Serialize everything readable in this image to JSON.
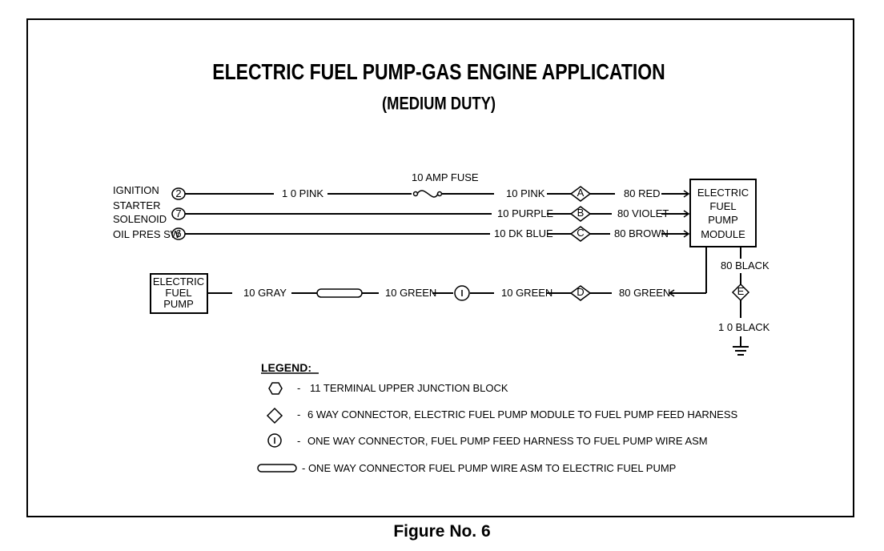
{
  "title": "ELECTRIC FUEL PUMP-GAS ENGINE APPLICATION",
  "subtitle": "(MEDIUM DUTY)",
  "caption": "Figure No. 6",
  "inputs": {
    "ignition": "IGNITION",
    "starter": "STARTER",
    "solenoid": "SOLENOID",
    "oil_pres_sw": "OIL PRES SW"
  },
  "terminals": {
    "ignition": "2",
    "starter": "7",
    "oil": "6"
  },
  "fuse_label": "10 AMP FUSE",
  "wires": {
    "w1_left": "1 0 PINK",
    "w1_right": "10 PINK",
    "w1_out": "80 RED",
    "w2_mid": "10 PURPLE",
    "w2_out": "80 VIOLET",
    "w3_mid": "10 DK BLUE",
    "w3_out": "80 BROWN",
    "pump_a": "10 GRAY",
    "pump_b": "10 GREEN",
    "pump_c": "10 GREEN",
    "pump_out": "80 GREEN",
    "ground_top": "80 BLACK",
    "ground_bottom": "1 0 BLACK"
  },
  "connectors": {
    "c1": "A",
    "c2": "B",
    "c3": "C",
    "c4": "D",
    "c5": "E"
  },
  "module": {
    "line1": "ELECTRIC",
    "line2": "FUEL",
    "line3": "PUMP",
    "line4": "MODULE"
  },
  "pump": {
    "line1": "ELECTRIC",
    "line2": "FUEL",
    "line3": "PUMP"
  },
  "legend": {
    "heading": "LEGEND:",
    "items": [
      "11 TERMINAL UPPER JUNCTION BLOCK",
      "6 WAY CONNECTOR, ELECTRIC FUEL PUMP MODULE TO FUEL PUMP FEED HARNESS",
      "ONE WAY CONNECTOR, FUEL PUMP FEED HARNESS TO FUEL PUMP WIRE ASM",
      "- ONE WAY CONNECTOR FUEL PUMP WIRE ASM TO ELECTRIC FUEL PUMP"
    ],
    "dash": "-"
  }
}
